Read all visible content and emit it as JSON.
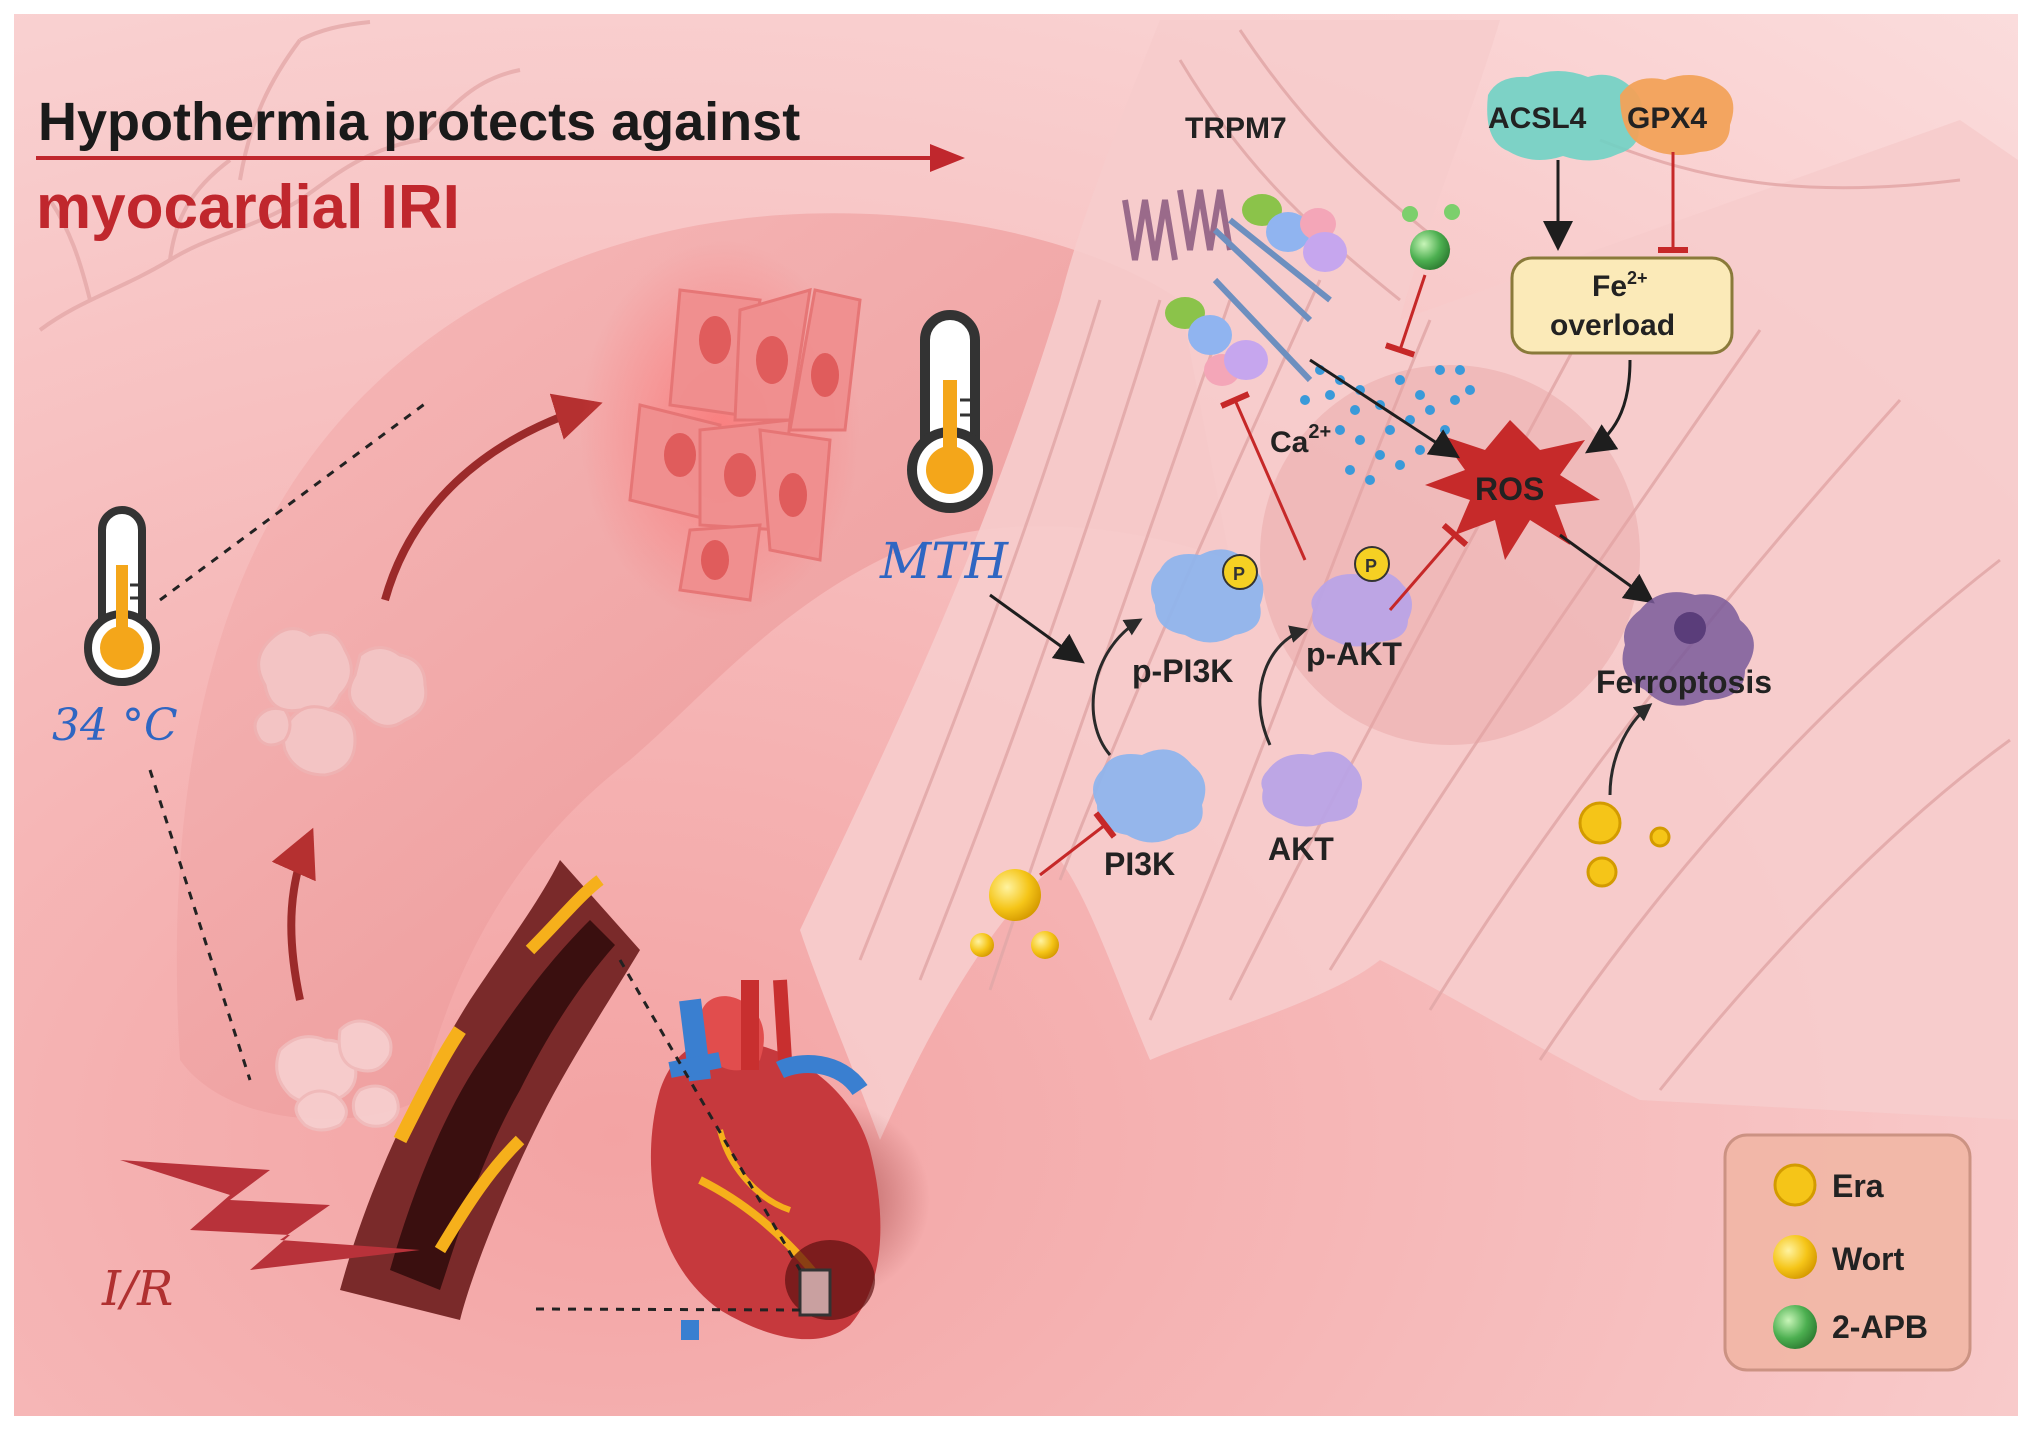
{
  "title": {
    "line1": "Hypothermia protects against",
    "line2": "myocardial IRI"
  },
  "labels": {
    "trpm7": "TRPM7",
    "acsl4": "ACSL4",
    "gpx4": "GPX4",
    "fe_base": "Fe",
    "fe_sup": "2+",
    "overload": "overload",
    "ca_base": "Ca",
    "ca_sup": "2+",
    "ros": "ROS",
    "mth": "MTH",
    "p_pi3k": "p-PI3K",
    "p_akt": "p-AKT",
    "pi3k": "PI3K",
    "akt": "AKT",
    "ferroptosis": "Ferroptosis",
    "temp": "34 °C",
    "ir": "I/R",
    "phospho": "P"
  },
  "legend": {
    "items": [
      {
        "label": "Era",
        "icon": "era-icon"
      },
      {
        "label": "Wort",
        "icon": "wort-icon"
      },
      {
        "label": "2-APB",
        "icon": "2apb-icon"
      }
    ]
  },
  "colors": {
    "title_dark": "#1a1a1a",
    "title_red": "#c0272d",
    "inhibit_red": "#c62828",
    "ros_red": "#c62a2a",
    "pi3k_blue": "#8fb4ec",
    "akt_purple": "#b9a3e6",
    "wort_yellow": "#f5c518",
    "apb_green": "#4caf50",
    "ferro_purple": "#7a5a9a",
    "mth_blue": "#2f66c2",
    "ir_red": "#b03030"
  }
}
